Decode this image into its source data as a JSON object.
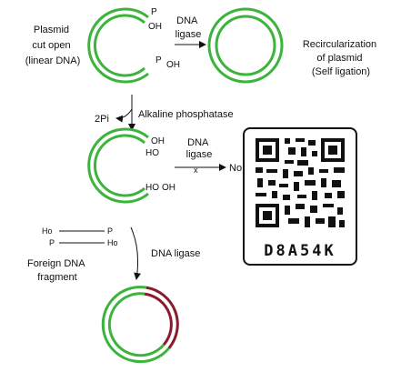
{
  "colors": {
    "plasmid": "#3cb43c",
    "foreign_dna": "#8b1a2b",
    "line": "#111111"
  },
  "step1": {
    "label_lines": [
      "Plasmid",
      "cut open",
      "(linear DNA)"
    ],
    "top_end": {
      "p": "P",
      "oh": "OH"
    },
    "bottom_end": {
      "p": "P",
      "oh": "OH"
    }
  },
  "arrow1": {
    "label_lines": [
      "DNA",
      "ligase"
    ]
  },
  "step2": {
    "label_lines": [
      "Recircularization",
      "of plasmid",
      "(Self ligation)"
    ]
  },
  "arrow2": {
    "left_label": "2Pi",
    "label": "Alkaline phosphatase"
  },
  "step3": {
    "top_end": {
      "oh": "OH",
      "ho": "HO"
    },
    "bottom_end": {
      "ho": "HO",
      "oh": "OH"
    }
  },
  "arrow3": {
    "label_lines": [
      "DNA",
      "ligase"
    ],
    "blocked_mark": "x",
    "result_label": "No"
  },
  "foreign": {
    "top_strand": {
      "left": "Ho",
      "right": "P"
    },
    "bottom_strand": {
      "left": "P",
      "right": "Ho"
    },
    "label_lines": [
      "Foreign DNA",
      "fragment"
    ]
  },
  "arrow4": {
    "label": "DNA ligase"
  },
  "watermark": {
    "code_text": "D8A54K"
  }
}
